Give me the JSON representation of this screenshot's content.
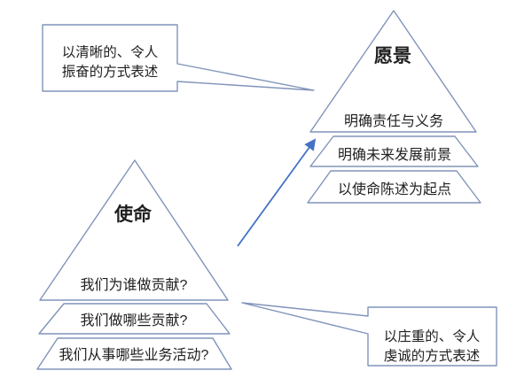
{
  "colors": {
    "line": "#8094BA",
    "arrow": "#4472C4",
    "text": "#1f1f1f",
    "background": "#ffffff"
  },
  "vision_pyramid": {
    "title": "愿景",
    "row1": "明确责任与义务",
    "layers": [
      "明确未来发展前景",
      "以使命陈述为起点"
    ]
  },
  "mission_pyramid": {
    "title": "使命",
    "row1": "我们为谁做贡献?",
    "layers": [
      "我们做哪些贡献?",
      "我们从事哪些业务活动?"
    ]
  },
  "callouts": {
    "top_left": {
      "line1": "以清晰的、令人",
      "line2": "振奋的方式表述"
    },
    "bottom_right": {
      "line1": "以庄重的、令人",
      "line2": "虔诚的方式表述"
    }
  }
}
